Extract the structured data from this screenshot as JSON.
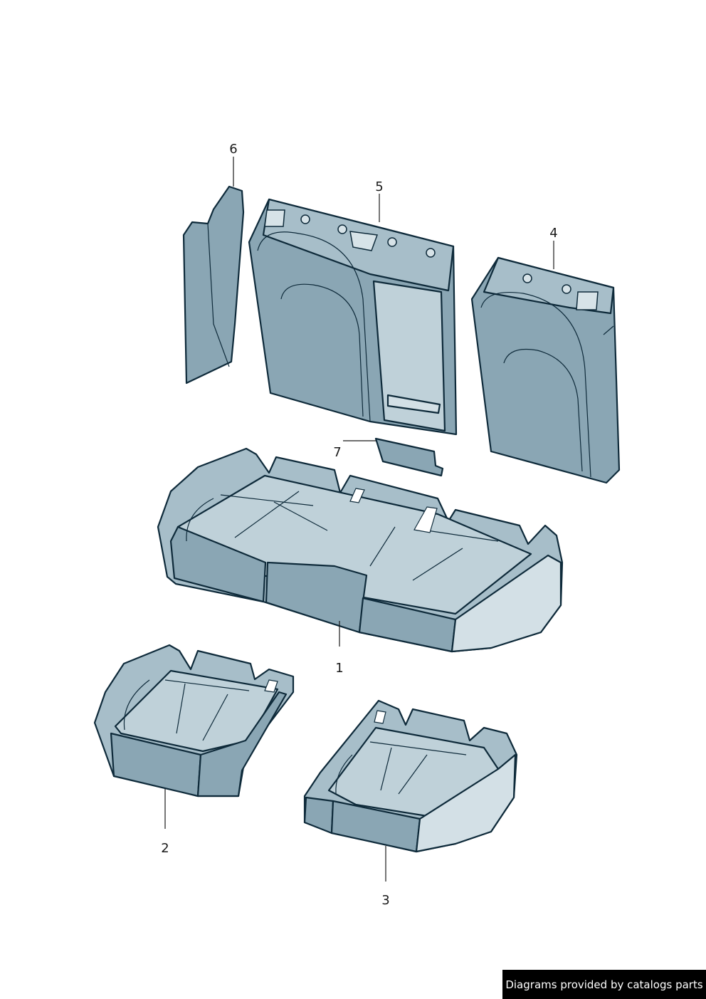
{
  "callouts": {
    "p1": "1",
    "p2": "2",
    "p3": "3",
    "p4": "4",
    "p5": "5",
    "p6": "6",
    "p7": "7"
  },
  "footer": {
    "text": "Diagrams provided by catalogs parts"
  },
  "colors": {
    "outline": "#0e2a3a",
    "fill_dark": "#8aa6b4",
    "fill_mid": "#a7bec9",
    "fill_light": "#bfd1d9",
    "footer_bg": "#000000",
    "footer_text": "#ffffff"
  }
}
